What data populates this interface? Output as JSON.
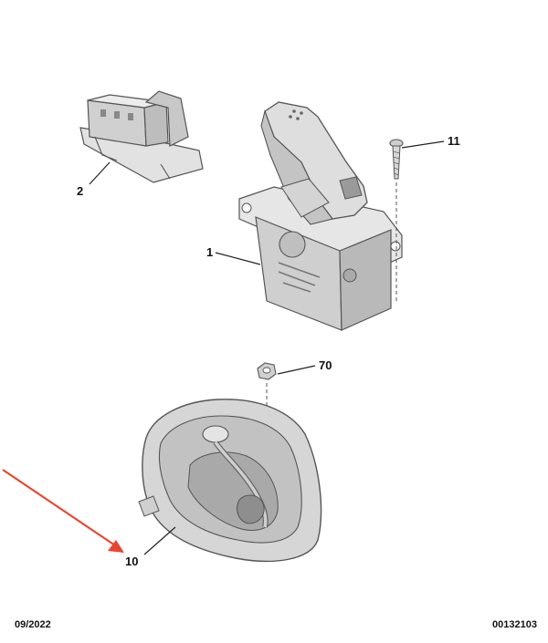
{
  "callouts": {
    "part_1": "1",
    "part_2": "2",
    "part_10": "10",
    "part_11": "11",
    "part_70": "70"
  },
  "footer": {
    "date": "09/2022",
    "reference": "00132103"
  },
  "colors": {
    "arrow": "#e8472f",
    "part_fill": "#d9d9d9",
    "part_stroke": "#555555",
    "leader": "#222222"
  }
}
